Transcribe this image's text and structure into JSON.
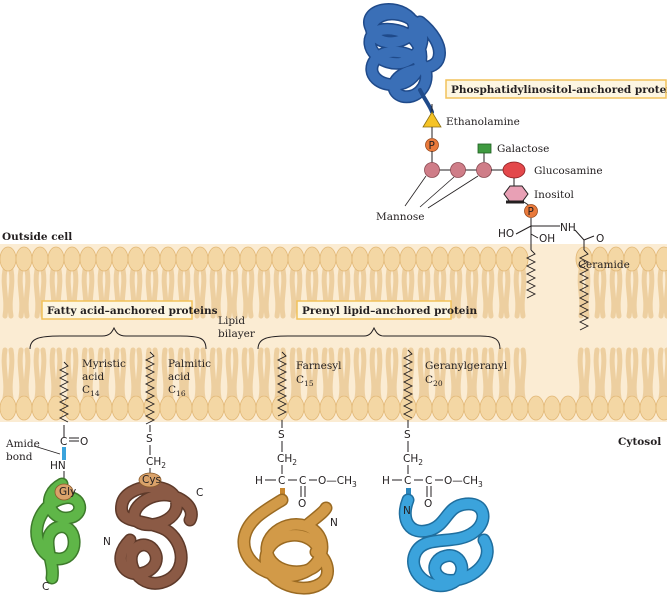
{
  "labels": {
    "outside_cell": "Outside cell",
    "cytosol": "Cytosol",
    "lipid_bilayer_1": "Lipid",
    "lipid_bilayer_2": "bilayer",
    "pi_box": "Phosphatidylinositol-anchored protein",
    "fatty_box": "Fatty acid–anchored proteins",
    "prenyl_box": "Prenyl lipid–anchored protein",
    "ethanolamine": "Ethanolamine",
    "galactose": "Galactose",
    "glucosamine": "Glucosamine",
    "inositol": "Inositol",
    "mannose": "Mannose",
    "ceramide": "Ceramide",
    "myristic_1": "Myristic",
    "myristic_2": "acid",
    "myristic_3": "C",
    "myristic_sub": "14",
    "palmitic_1": "Palmitic",
    "palmitic_2": "acid",
    "palmitic_3": "C",
    "palmitic_sub": "16",
    "farnesyl_1": "Farnesyl",
    "farnesyl_2": "C",
    "farnesyl_sub": "15",
    "geranyl_1": "Geranylgeranyl",
    "geranyl_2": "C",
    "geranyl_sub": "20",
    "amide_1": "Amide",
    "amide_2": "bond",
    "phosphate": "P",
    "gly": "Gly",
    "cys": "Cys"
  },
  "chem": {
    "O": "O",
    "HN": "HN",
    "C": "C",
    "S": "S",
    "CH2": "CH",
    "two": "2",
    "three": "3",
    "H": "H",
    "OCH3": "O—CH",
    "HO": "HO",
    "OH": "OH",
    "NH": "NH",
    "N": "N"
  },
  "colors": {
    "lipid_fill": "#f4d7a4",
    "lipid_edge": "#e2b877",
    "membrane_bg": "#fbecd3",
    "pi_protein": "#3a6fb7",
    "myristoyl_protein": "#5fb648",
    "palmitoyl_protein": "#8b5a45",
    "farnesyl_protein": "#d29a48",
    "geranyl_protein": "#3ba3dc",
    "sugar": "#cf7d88",
    "box_border": "#f2c25b",
    "box_fill": "#fdf6e2",
    "phosphate": "#ea7a3b",
    "ethanolamine": "#f5c325",
    "galactose": "#3f9a40",
    "glucosamine": "#e3484b",
    "inositol": "#e8a0b5"
  }
}
